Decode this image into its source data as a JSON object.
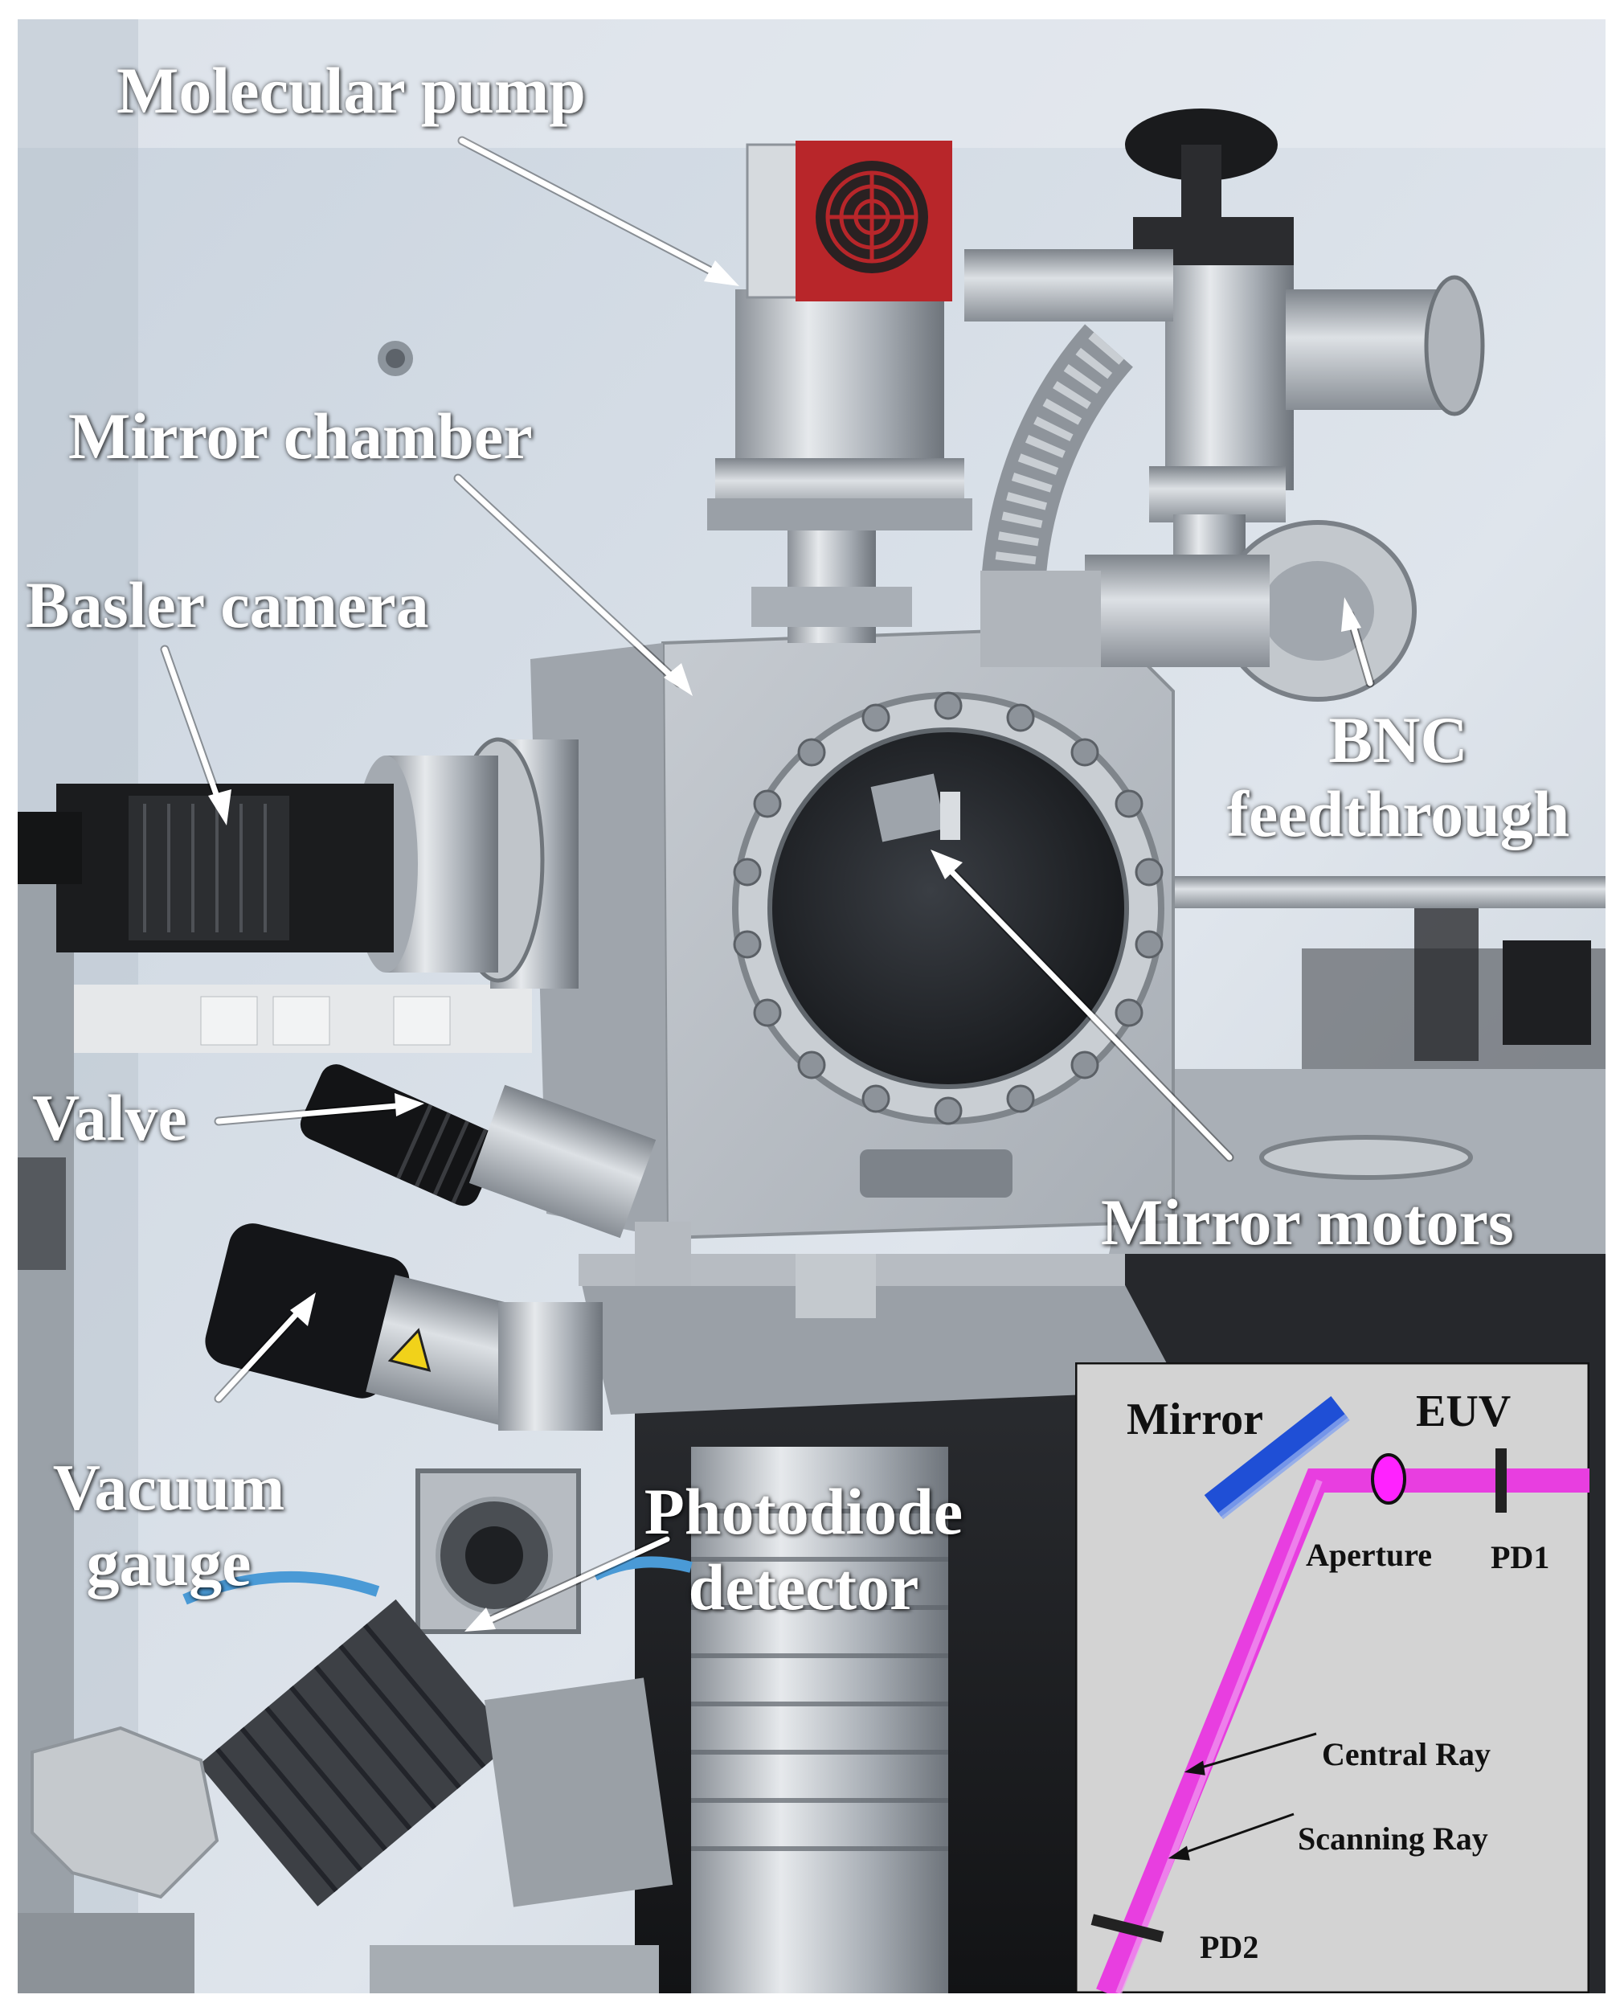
{
  "photo_labels": {
    "molecular_pump": "Molecular pump",
    "mirror_chamber": "Mirror chamber",
    "basler_camera": "Basler camera",
    "bnc_feedthrough_line1": "BNC",
    "bnc_feedthrough_line2": "feedthrough",
    "valve": "Valve",
    "mirror_motors": "Mirror motors",
    "vacuum_gauge_line1": "Vacuum",
    "vacuum_gauge_line2": "gauge",
    "photodiode_line1": "Photodiode",
    "photodiode_line2": "detector"
  },
  "inset": {
    "mirror": "Mirror",
    "euv": "EUV",
    "aperture": "Aperture",
    "pd1": "PD1",
    "pd2": "PD2",
    "central_ray": "Central Ray",
    "scanning_ray": "Scanning Ray"
  },
  "colors": {
    "beam": "#e83ee0",
    "mirror": "#1f4fd6",
    "aperture": "#ff22ff",
    "inset_bg": "#d3d3d3",
    "wall": "#d6dde6",
    "steel": "#b9bec4"
  }
}
